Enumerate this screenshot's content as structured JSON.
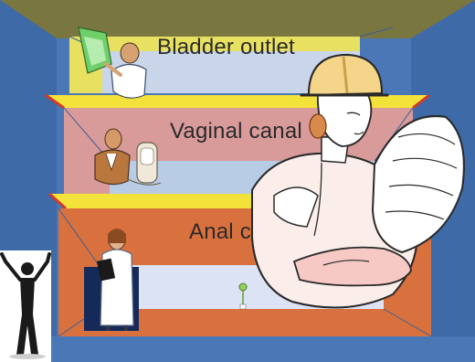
{
  "slide": {
    "compartments": [
      {
        "id": "bladder",
        "label": "Bladder outlet",
        "color": "#e8e060"
      },
      {
        "id": "vaginal",
        "label": "Vaginal canal",
        "color": "#d99a9a"
      },
      {
        "id": "anal",
        "label": "Anal canal",
        "color": "#d9713f"
      }
    ],
    "colors": {
      "background_frame": "#4a78b6",
      "ceiling": "#7a7640",
      "shelf_edge": "#f2e23a",
      "shelf_rim": "#d23a2a",
      "back_wall": "#bfd2ec"
    },
    "clipart": [
      "surgeon-with-xray-icon",
      "doctor-with-ultrasound-icon",
      "female-doctor-with-clipboard-icon",
      "cheering-silhouette-icon",
      "engineer-reading-blueprint-icon"
    ]
  }
}
